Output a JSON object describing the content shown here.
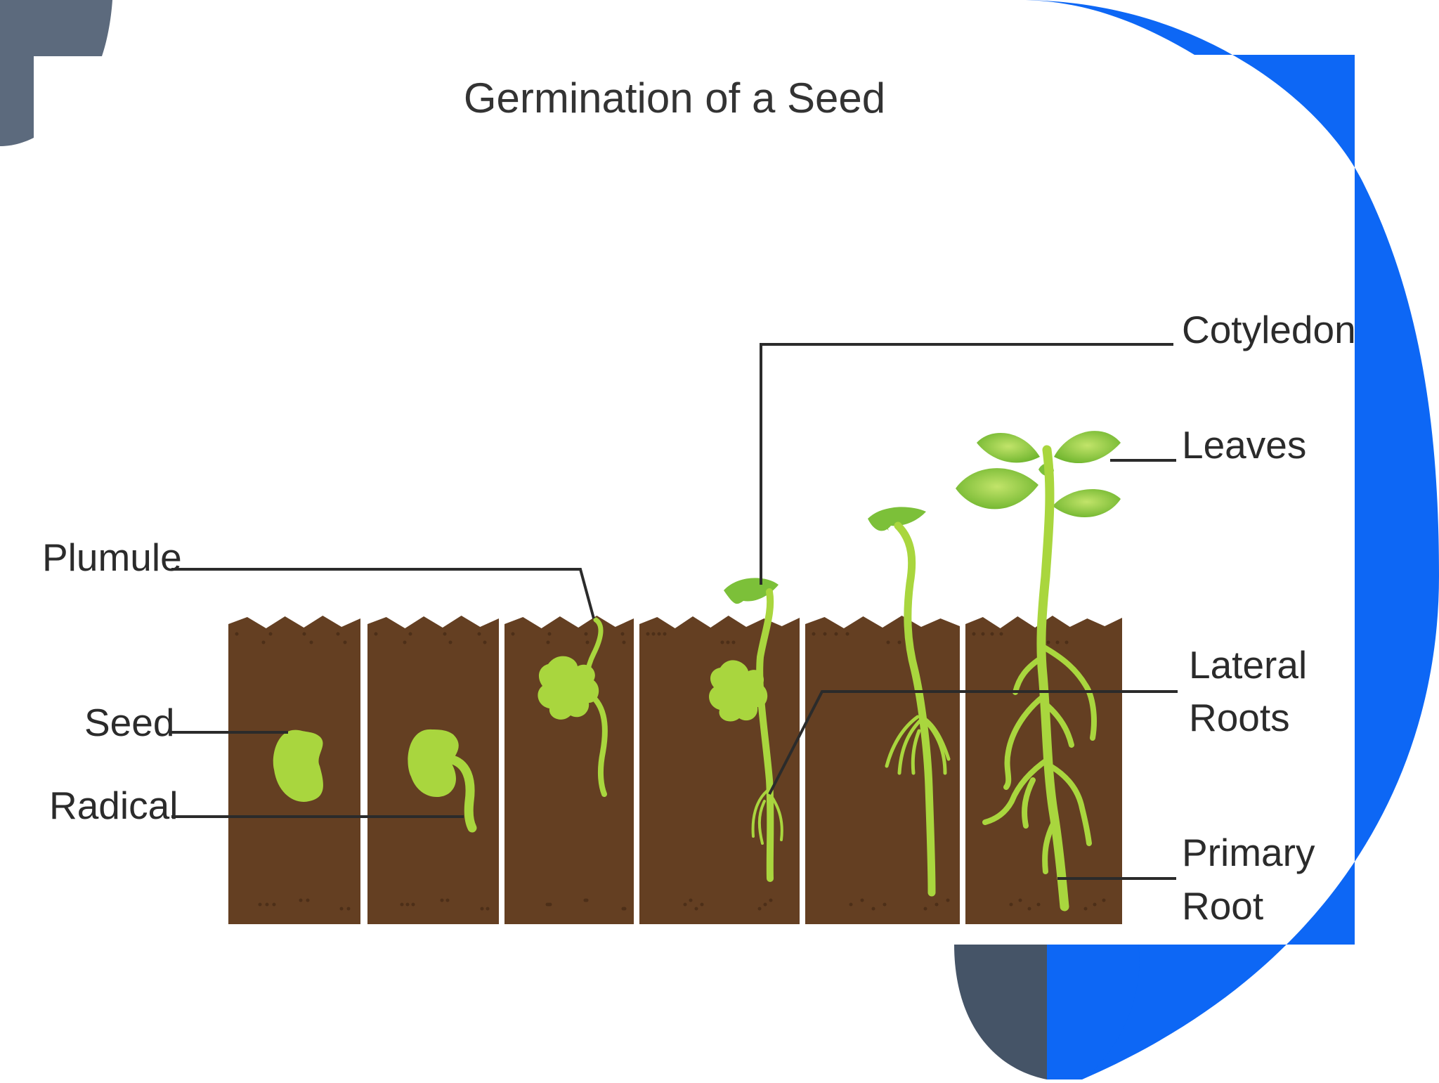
{
  "diagram": {
    "title": "Germination of a Seed",
    "labels": {
      "plumule": "Plumule",
      "seed": "Seed",
      "radical": "Radical",
      "cotyledon": "Cotyledon",
      "leaves": "Leaves",
      "lateral_roots_line1": "Lateral",
      "lateral_roots_line2": "Roots",
      "primary_root_line1": "Primary",
      "primary_root_line2": "Root"
    },
    "stages": 6
  },
  "colors": {
    "soil": "#643f22",
    "plant": "#a9d63e",
    "leaf": "#7cc039",
    "blue_accent": "#0d67f5",
    "slate_accent": "#5c6a7d",
    "dark_slate_accent": "#455467",
    "leader_line": "#2b2b2b"
  }
}
